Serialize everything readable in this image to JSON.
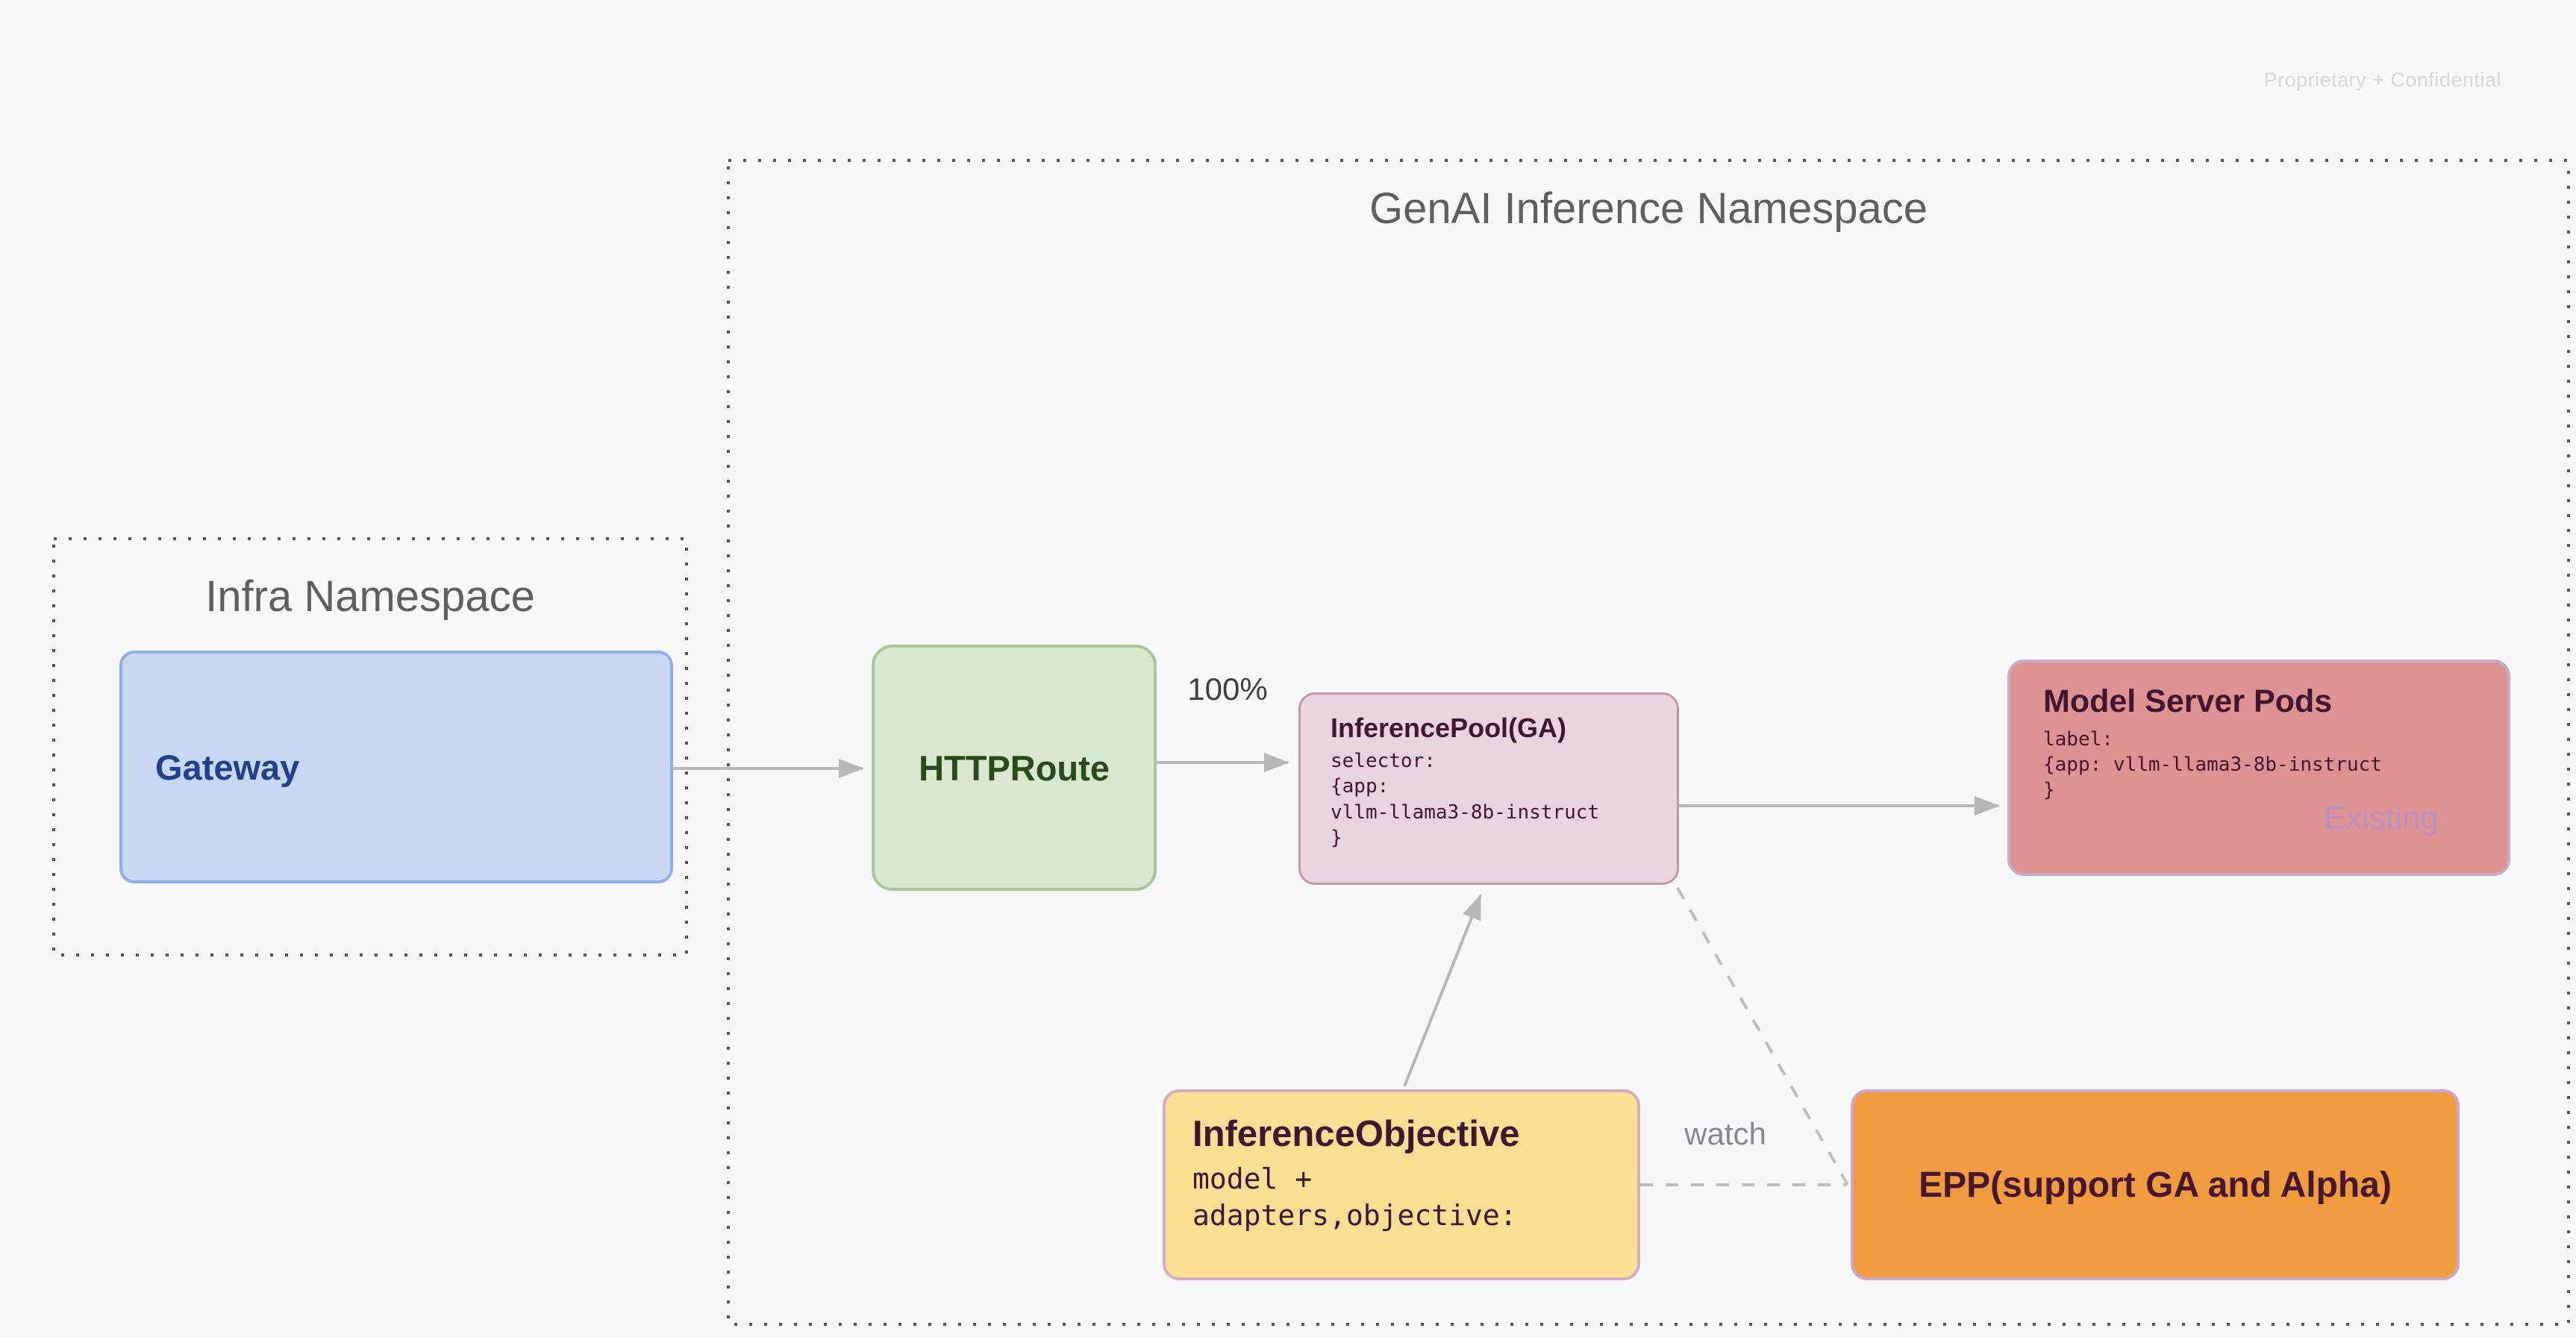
{
  "watermark": "Proprietary + Confidential",
  "namespaces": {
    "genai": {
      "title": "GenAI Inference Namespace"
    },
    "infra": {
      "title": "Infra Namespace"
    }
  },
  "nodes": {
    "gateway": {
      "label": "Gateway",
      "fill": "#c6d6f3",
      "border": "#8eafe5",
      "text_color": "#23408a"
    },
    "httproute": {
      "label": "HTTPRoute",
      "fill": "#d9e7d1",
      "border": "#a7c799",
      "text_color": "#294a1b"
    },
    "inference_pool": {
      "title": "InferencePool(GA)",
      "body": "selector:\n{app:\nvllm-llama3-8b-instruct\n}",
      "fill": "#e8d3de",
      "border": "#c395ab",
      "text_color": "#421530"
    },
    "model_server_pods": {
      "title": "Model Server Pods",
      "body": "label:\n{app: vllm-llama3-8b-instruct\n}",
      "tag": "Existing",
      "fill": "#dc9392",
      "border": "#c7abc9",
      "text_color": "#441530",
      "tag_color": "#ba8fc0"
    },
    "inference_objective": {
      "title": "InferenceObjective",
      "body": "model +\nadapters,objective:",
      "fill": "#fade94",
      "border": "#d4aac5",
      "text_color": "#3f1732"
    },
    "epp": {
      "label": "EPP(support GA and Alpha)",
      "fill": "#ef9c3f",
      "border": "#cfa6c7",
      "text_color": "#491632"
    }
  },
  "edges": [
    {
      "from": "Gateway",
      "to": "HTTPRoute",
      "style": "solid-arrow",
      "label": ""
    },
    {
      "from": "HTTPRoute",
      "to": "InferencePool(GA)",
      "style": "solid-arrow",
      "label": "100%"
    },
    {
      "from": "InferencePool(GA)",
      "to": "Model Server Pods",
      "style": "solid-arrow",
      "label": ""
    },
    {
      "from": "InferenceObjective",
      "to": "InferencePool(GA)",
      "style": "solid-arrow",
      "label": ""
    },
    {
      "from": "InferenceObjective",
      "to": "EPP(support GA and Alpha)",
      "style": "dashed",
      "label": "watch"
    },
    {
      "from": "InferencePool(GA)",
      "to": "EPP(support GA and Alpha)",
      "style": "dashed",
      "label": ""
    }
  ],
  "edge_labels": {
    "route_weight": "100%",
    "watch": "watch"
  },
  "colors": {
    "background": "#f7f8fa",
    "namespace_border_dots": "#55585b",
    "namespace_title": "#5d6063",
    "connector": "#b5b8bb",
    "watermark": "#d5d7da"
  }
}
